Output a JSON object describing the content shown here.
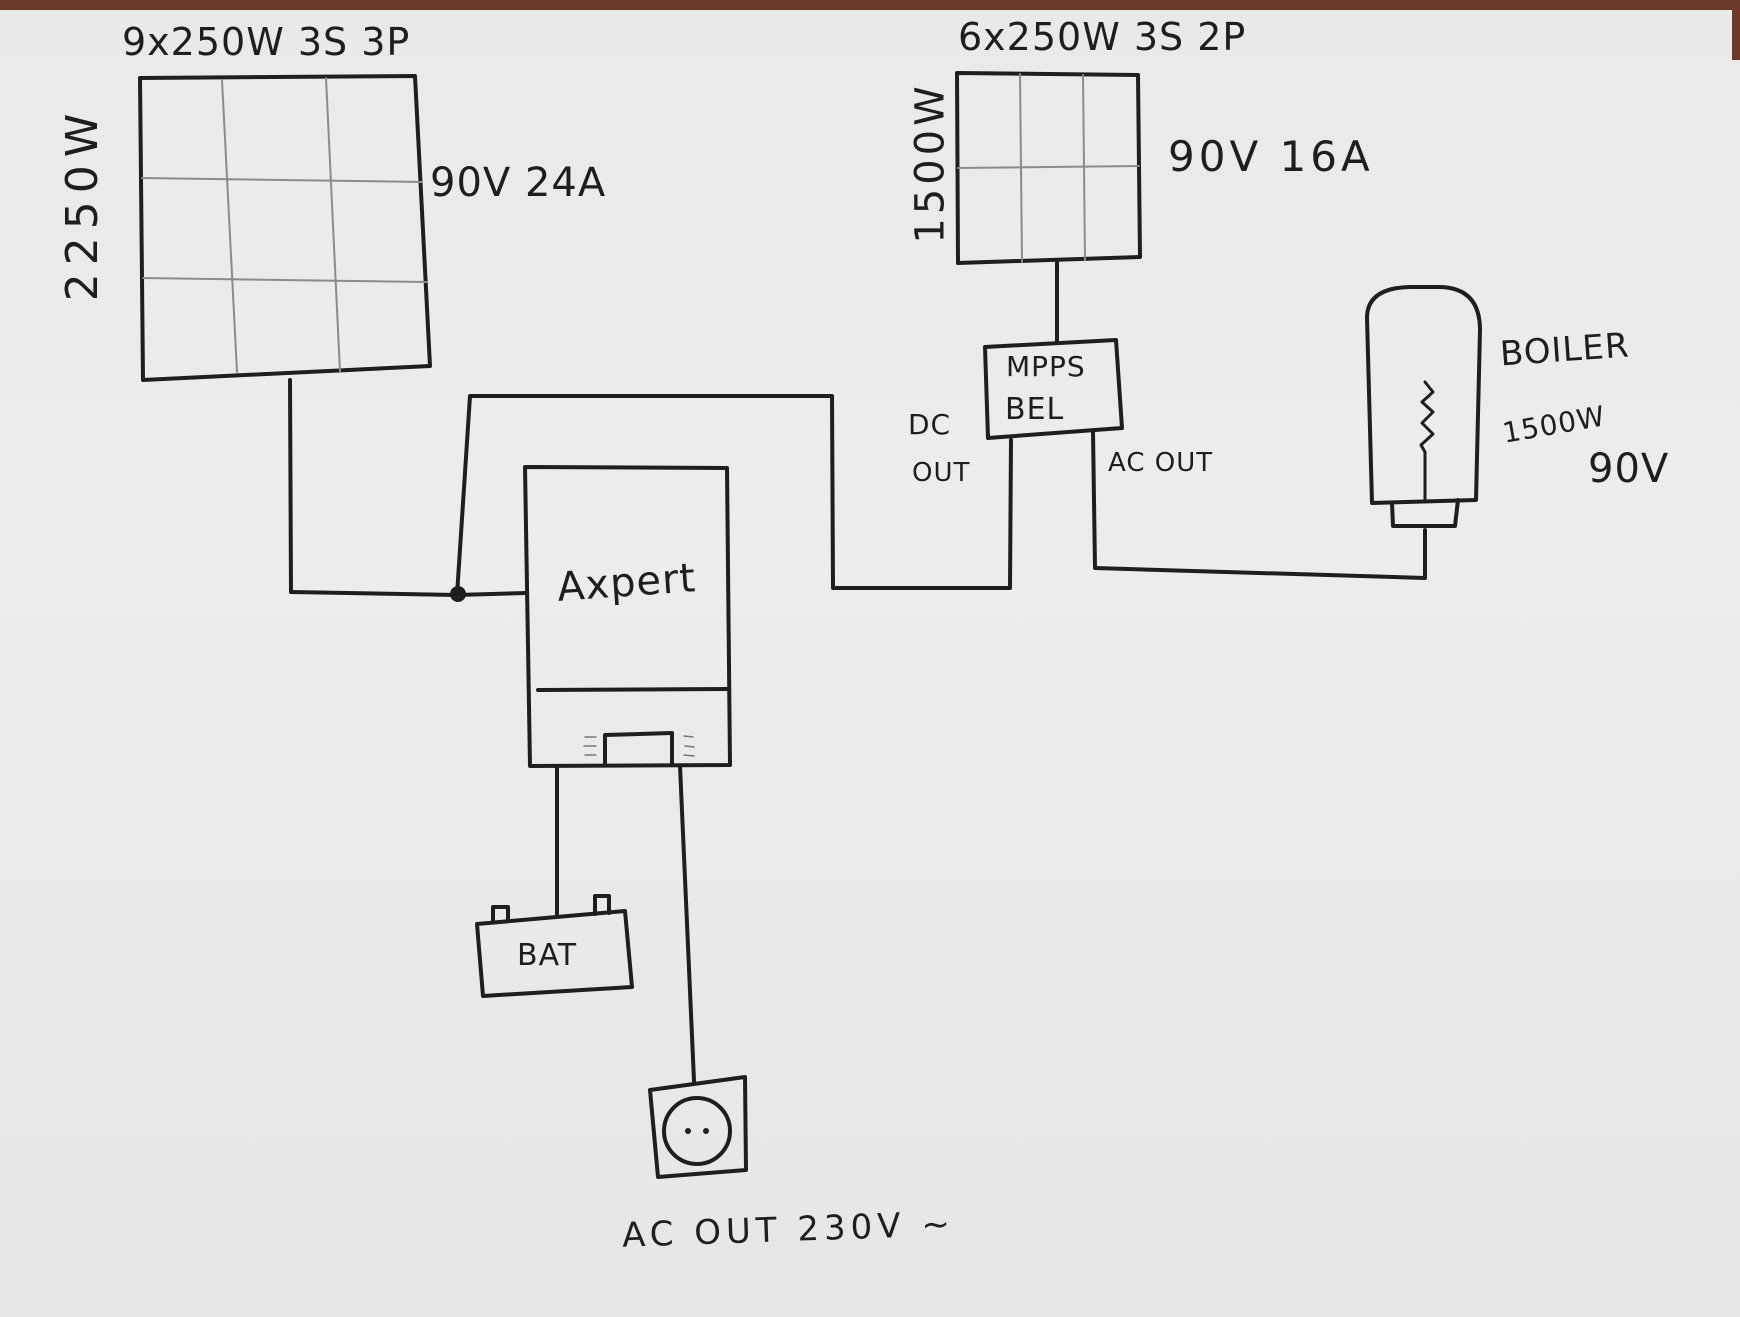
{
  "diagram": {
    "title": "Solar wiring sketch",
    "ink_color": "#1e1e1e",
    "paper_color": "#ebebe9",
    "panel_array_1": {
      "heading": "9x250W 3S 3P",
      "power": "2250W",
      "rating": "90V 24A",
      "grid": "3x3"
    },
    "panel_array_2": {
      "heading": "6x250W 3S 2P",
      "power": "1500W",
      "rating": "90V 16A",
      "grid": "2x3"
    },
    "mppt_box": {
      "line1": "MPPS",
      "line2": "BEL"
    },
    "mppt_dc_out": {
      "line1": "DC",
      "line2": "OUT"
    },
    "mppt_ac_out": "AC OUT",
    "inverter": {
      "label": "Axpert"
    },
    "battery": {
      "label": "BAT"
    },
    "boiler": {
      "label": "BOILER",
      "power": "1500W",
      "voltage": "90V"
    },
    "socket": {
      "label": "AC OUT 230V ~"
    }
  }
}
